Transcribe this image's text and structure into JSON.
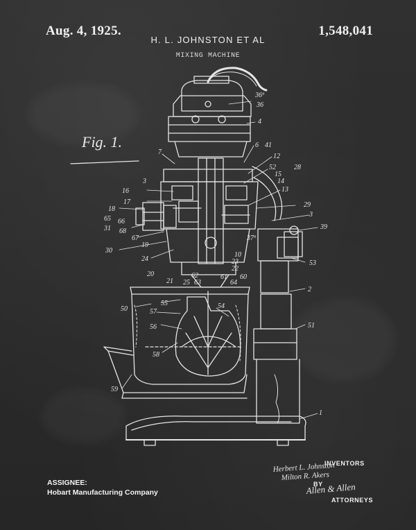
{
  "patent": {
    "date": "Aug. 4, 1925.",
    "inventors_line": "H. L. JOHNSTON ET AL",
    "title": "MIXING MACHINE",
    "number": "1,548,041"
  },
  "figure": {
    "label": "Fig. 1.",
    "callouts": [
      {
        "id": "36a",
        "text": "36ª"
      },
      {
        "id": "36",
        "text": "36"
      },
      {
        "id": "4",
        "text": "4"
      },
      {
        "id": "6",
        "text": "6"
      },
      {
        "id": "41",
        "text": "41"
      },
      {
        "id": "7",
        "text": "7"
      },
      {
        "id": "12",
        "text": "12"
      },
      {
        "id": "52",
        "text": "52"
      },
      {
        "id": "28",
        "text": "28"
      },
      {
        "id": "15",
        "text": "15"
      },
      {
        "id": "14",
        "text": "14"
      },
      {
        "id": "13",
        "text": "13"
      },
      {
        "id": "3",
        "text": "3"
      },
      {
        "id": "16",
        "text": "16"
      },
      {
        "id": "17",
        "text": "17"
      },
      {
        "id": "18",
        "text": "18"
      },
      {
        "id": "65",
        "text": "65"
      },
      {
        "id": "66",
        "text": "66"
      },
      {
        "id": "31",
        "text": "31"
      },
      {
        "id": "68",
        "text": "68"
      },
      {
        "id": "67",
        "text": "67"
      },
      {
        "id": "19",
        "text": "19"
      },
      {
        "id": "30",
        "text": "30"
      },
      {
        "id": "24",
        "text": "24"
      },
      {
        "id": "29",
        "text": "29"
      },
      {
        "id": "3b",
        "text": "3"
      },
      {
        "id": "39",
        "text": "39"
      },
      {
        "id": "37a",
        "text": "37ª"
      },
      {
        "id": "10",
        "text": "10"
      },
      {
        "id": "23",
        "text": "23"
      },
      {
        "id": "22",
        "text": "22"
      },
      {
        "id": "20",
        "text": "20"
      },
      {
        "id": "62",
        "text": "62"
      },
      {
        "id": "21",
        "text": "21"
      },
      {
        "id": "25",
        "text": "25"
      },
      {
        "id": "63",
        "text": "63"
      },
      {
        "id": "61",
        "text": "61"
      },
      {
        "id": "64",
        "text": "64"
      },
      {
        "id": "60",
        "text": "60"
      },
      {
        "id": "53",
        "text": "53"
      },
      {
        "id": "2",
        "text": "2"
      },
      {
        "id": "55",
        "text": "55"
      },
      {
        "id": "50",
        "text": "50"
      },
      {
        "id": "54",
        "text": "54"
      },
      {
        "id": "57",
        "text": "57"
      },
      {
        "id": "56",
        "text": "56"
      },
      {
        "id": "51",
        "text": "51"
      },
      {
        "id": "58",
        "text": "58"
      },
      {
        "id": "59",
        "text": "59"
      },
      {
        "id": "1",
        "text": "1"
      }
    ]
  },
  "assignee": {
    "label": "ASSIGNEE:",
    "name": "Hobart Manufacturing Company"
  },
  "signatures": {
    "inventors_caption": "INVENTORS",
    "inventor_1": "Herbert L. Johnston",
    "inventor_2": "Milton R. Akers",
    "by": "BY",
    "attorney": "Allen & Allen",
    "attorneys_caption": "ATTORNEYS"
  },
  "colors": {
    "background": "#2b2b2b",
    "chalk": "#ececec"
  }
}
